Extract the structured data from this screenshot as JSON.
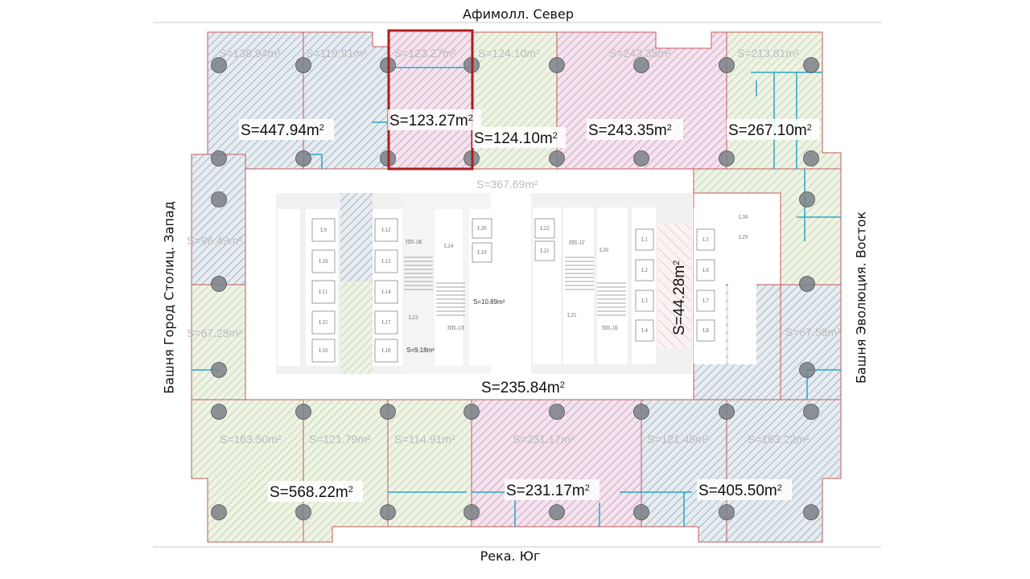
{
  "directions": {
    "north": "Афимолл. Север",
    "south": "Река. Юг",
    "west": "Башня Город Столиц. Запад",
    "east": "Башня Эволюция. Восток"
  },
  "colors": {
    "zone_blue": "#8fa6b8",
    "zone_green": "#b9cfa3",
    "zone_pink": "#c98fb6",
    "boundary": "#c45a5a",
    "selected": "#b01c1c",
    "partition": "#2aa7c4",
    "column": "#6b7178"
  },
  "selected_unit": "S=123.27m²",
  "units": {
    "nw_total": "S=447.94m",
    "n_123": "S=123.27m",
    "n_124": "S=124.10m",
    "n_243": "S=243.35m",
    "ne_total": "S=267.10m",
    "sw_total": "S=568.22m",
    "s_231": "S=231.17m",
    "se_total": "S=405.50m",
    "core_corridor_south": "S=235.84m",
    "core_shaft": "S=44.28m"
  },
  "sub_units": {
    "n1": "S=138.94m²",
    "n2": "S=119.91m²",
    "n3": "S=123.27m²",
    "n4": "S=124.10m²",
    "n5": "S=243.35m²",
    "n6": "S=213.81m²",
    "w1": "S=96.49m²",
    "w2": "S=67.28m²",
    "e1": "S=67.58m²",
    "s1": "S=163.50m²",
    "s2": "S=121.79m²",
    "s3": "S=114.91m²",
    "s4": "S=231.17m²",
    "s5": "S=121.45m²",
    "s6": "S=163.22m²",
    "core_north": "S=367.69m²"
  },
  "sup": "2",
  "core": {
    "lifts_left": [
      "L9",
      "L10",
      "L11",
      "L15",
      "L16"
    ],
    "lifts_mid": [
      "L12",
      "L13",
      "L14",
      "L17",
      "L18"
    ],
    "lifts_c": [
      "L20",
      "L19"
    ],
    "rooms": [
      "L24",
      "L23",
      "L22",
      "L21",
      "L26",
      "L25",
      "L30",
      "L29"
    ],
    "lifts_right_a": [
      "L1",
      "L2",
      "L3",
      "L4"
    ],
    "lifts_right_b": [
      "L5",
      "L6",
      "L7",
      "L8"
    ],
    "stairs": [
      "ПП-1К",
      "ПП-1Л",
      "ПП-1Г",
      "ПП-1Е"
    ],
    "small_areas": [
      "S=10.89m²",
      "S=9.18m²"
    ]
  }
}
